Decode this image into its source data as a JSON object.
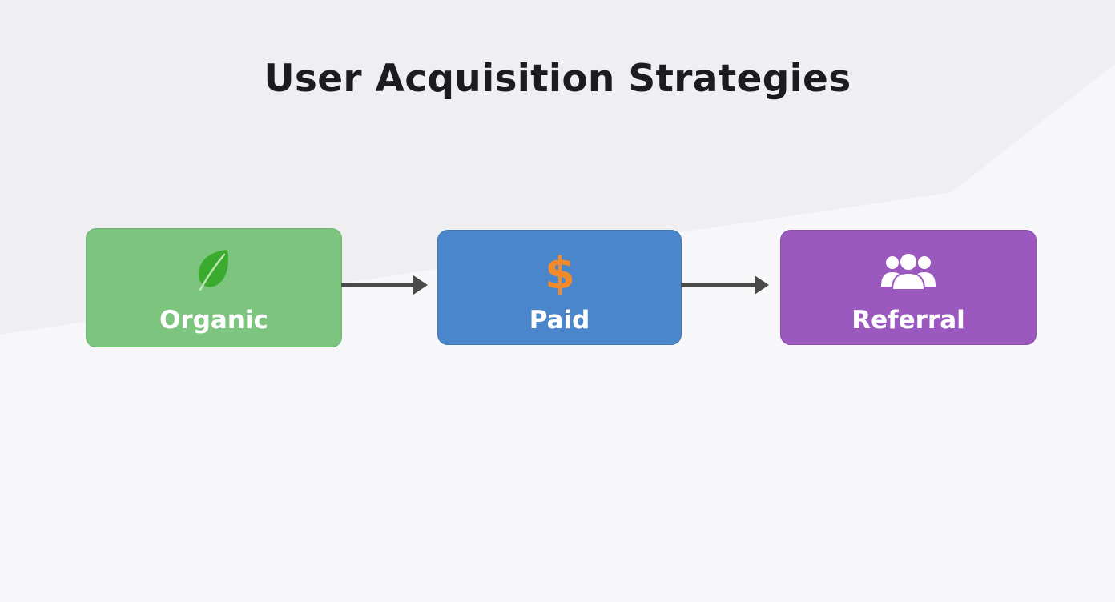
{
  "title": "User Acquisition Strategies",
  "stages": [
    {
      "label": "Organic",
      "icon": "leaf-icon",
      "color": "#7dc47f"
    },
    {
      "label": "Paid",
      "icon": "dollar-sign-icon",
      "color": "#4a86cc"
    },
    {
      "label": "Referral",
      "icon": "people-group-icon",
      "color": "#9b59c0"
    }
  ],
  "connectors": [
    {
      "from": "Organic",
      "to": "Paid"
    },
    {
      "from": "Paid",
      "to": "Referral"
    }
  ],
  "colors": {
    "background": "#f7f7f9",
    "title_text": "#1c1c1e",
    "arrow": "#4a4a4a",
    "leaf_icon": "#3aab2e",
    "dollar_icon": "#f08a2c",
    "people_icon": "#ffffff"
  }
}
